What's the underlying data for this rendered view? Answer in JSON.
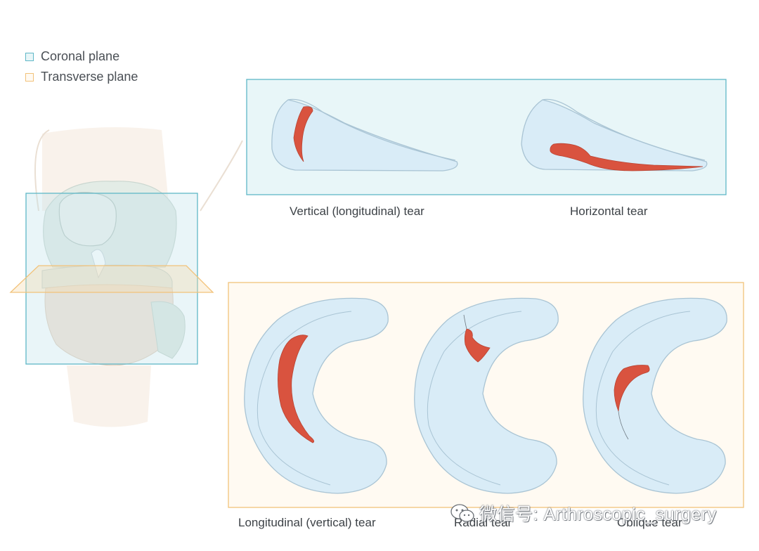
{
  "legend": {
    "items": [
      {
        "label": "Coronal plane",
        "color": "#5fb7c7"
      },
      {
        "label": "Transverse plane",
        "color": "#f2c27a"
      }
    ]
  },
  "coronal_panel": {
    "tears": [
      {
        "label": "Vertical (longitudinal) tear"
      },
      {
        "label": "Horizontal tear"
      }
    ]
  },
  "transverse_panel": {
    "tears": [
      {
        "label": "Longitudinal (vertical) tear"
      },
      {
        "label": "Radial tear"
      },
      {
        "label": "Oblique tear"
      }
    ]
  },
  "colors": {
    "meniscus_fill": "#d9ecf7",
    "meniscus_stroke": "#a9c4d4",
    "tear": "#d9533f",
    "coronal_panel_fill": "#e8f6f8",
    "transverse_panel_fill": "#fffaf2"
  },
  "watermark": {
    "text": "微信号: Arthroscopic_surgery",
    "icon": "wechat-icon"
  }
}
